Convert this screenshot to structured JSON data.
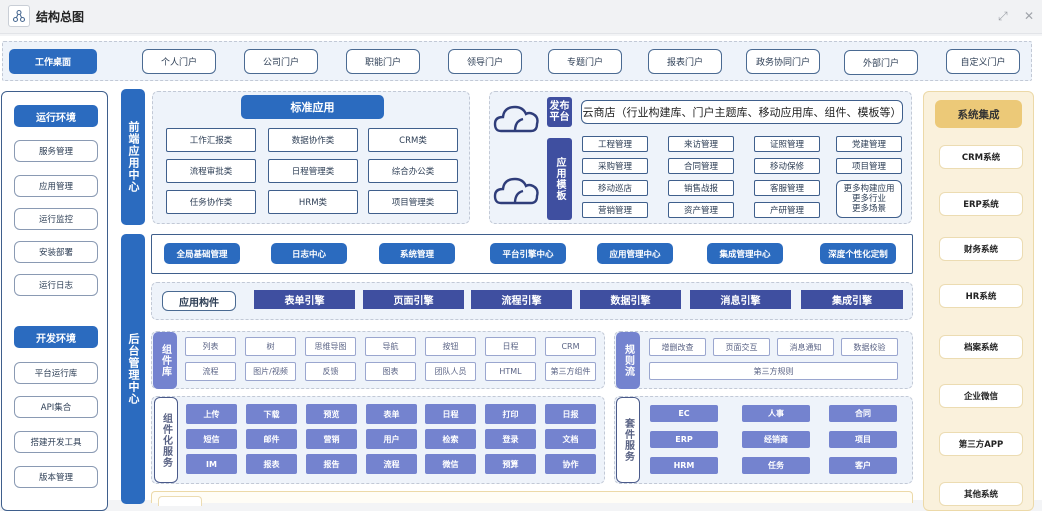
{
  "window": {
    "title": "结构总图",
    "icons": {
      "app": "hierarchy-icon",
      "restore": "expand-icon",
      "close": "close-icon"
    },
    "restore_glyph": "⤢",
    "close_glyph": "✕"
  },
  "portals": {
    "active": "工作桌面",
    "items": [
      "个人门户",
      "公司门户",
      "职能门户",
      "领导门户",
      "专题门户",
      "报表门户",
      "政务协同门户",
      "外部门户",
      "自定义门户"
    ]
  },
  "left_sidebar": {
    "runtime": {
      "heading": "运行环境",
      "items": [
        "服务管理",
        "应用管理",
        "运行监控",
        "安装部署",
        "运行日志"
      ]
    },
    "dev": {
      "heading": "开发环境",
      "items": [
        "平台运行库",
        "API集合",
        "搭建开发工具",
        "版本管理"
      ]
    }
  },
  "frontend_center": {
    "label": "前端应用中心",
    "standard_apps": {
      "heading": "标准应用",
      "items": [
        "工作汇报类",
        "数据协作类",
        "CRM类",
        "流程审批类",
        "日程管理类",
        "综合办公类",
        "任务协作类",
        "HRM类",
        "项目管理类"
      ]
    },
    "publish": {
      "label": "发布平台",
      "store": "云商店（行业构建库、门户主题库、移动应用库、组件、模板等）"
    },
    "templates": {
      "label": "应用模板",
      "items": [
        "工程管理",
        "来访管理",
        "证照管理",
        "党建管理",
        "采购管理",
        "合同管理",
        "移动保修",
        "项目管理",
        "移动巡店",
        "销售战报",
        "客服管理",
        "营销管理",
        "资产管理",
        "产研管理"
      ],
      "more": [
        "更多构建应用",
        "更多行业",
        "更多场景"
      ]
    },
    "icons": {
      "cloud_top": "cloud-icon",
      "cloud_bottom": "cloud-icon"
    }
  },
  "backend_center": {
    "label": "后台管理中心",
    "management": [
      "全局基础管理",
      "日志中心",
      "系统管理",
      "平台引擎中心",
      "应用管理中心",
      "集成管理中心",
      "深度个性化定制"
    ],
    "engines": {
      "label": "应用构件",
      "items": [
        "表单引擎",
        "页面引擎",
        "流程引擎",
        "数据引擎",
        "消息引擎",
        "集成引擎"
      ]
    },
    "component_library": {
      "label": "组件库",
      "items": [
        "列表",
        "树",
        "思维导图",
        "导航",
        "按钮",
        "日程",
        "CRM",
        "流程",
        "图片/视频",
        "反馈",
        "图表",
        "团队人员",
        "HTML",
        "第三方组件"
      ]
    },
    "rule_flow": {
      "label": "规则流",
      "items": [
        "增删改查",
        "页面交互",
        "消息通知",
        "数据校验"
      ],
      "wide": "第三方规则"
    },
    "component_services": {
      "label": "组件化服务",
      "items": [
        "上传",
        "下载",
        "预览",
        "表单",
        "日程",
        "打印",
        "日报",
        "短信",
        "邮件",
        "营销",
        "用户",
        "检索",
        "登录",
        "文档",
        "IM",
        "报表",
        "报告",
        "流程",
        "微信",
        "预算",
        "协作"
      ]
    },
    "suite_services": {
      "label": "套件服务",
      "items": [
        "EC",
        "人事",
        "合同",
        "ERP",
        "经销商",
        "项目",
        "HRM",
        "任务",
        "客户"
      ]
    }
  },
  "integration": {
    "heading": "系统集成",
    "items": [
      "CRM系统",
      "ERP系统",
      "财务系统",
      "HR系统",
      "档案系统",
      "企业微信",
      "第三方APP",
      "其他系统"
    ]
  },
  "colors": {
    "primary_blue": "#2b6bbf",
    "navy": "#3f4fa0",
    "violet": "#7483cf",
    "integration_bg": "#faf1dc",
    "integration_head": "#ecc978"
  }
}
